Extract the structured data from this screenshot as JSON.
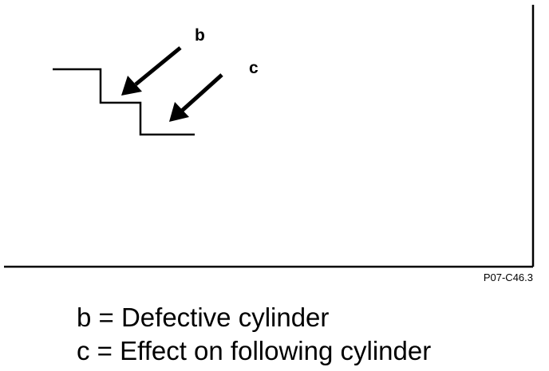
{
  "diagram": {
    "markers": [
      {
        "id": "b",
        "label": "b"
      },
      {
        "id": "c",
        "label": "c"
      }
    ],
    "reference_code": "P07-C46.3"
  },
  "legend": {
    "items": [
      {
        "text": "b = Defective cylinder"
      },
      {
        "text": "c = Effect on following cylinder"
      }
    ]
  },
  "colors": {
    "ink": "#000000",
    "background": "#ffffff"
  }
}
